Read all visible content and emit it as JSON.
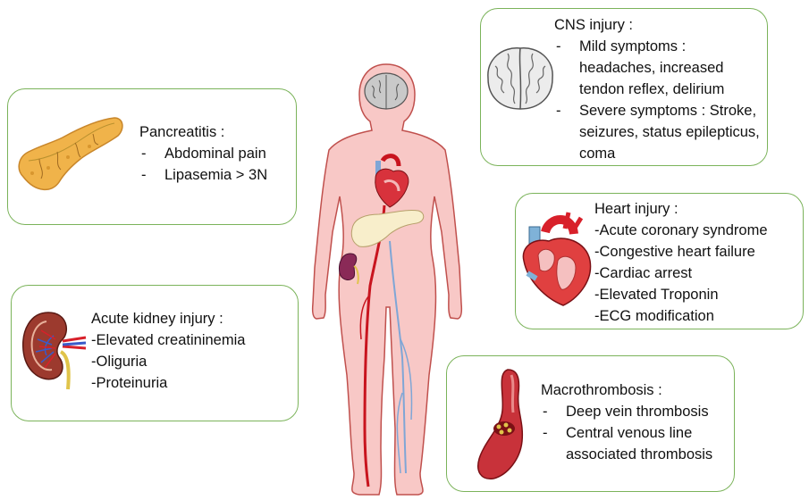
{
  "pancreatitis": {
    "title": "Pancreatitis :",
    "items": [
      "Abdominal pain",
      "Lipasemia > 3N"
    ]
  },
  "kidney": {
    "title": "Acute kidney injury :",
    "items": [
      "Elevated creatininemia",
      "Oliguria",
      "Proteinuria"
    ]
  },
  "cns": {
    "title": "CNS injury :",
    "items": [
      "Mild symptoms : headaches, increased tendon reflex, delirium",
      "Severe symptoms : Stroke, seizures, status epilepticus, coma"
    ]
  },
  "heart": {
    "title": "Heart injury :",
    "items": [
      "Acute coronary syndrome",
      "Congestive heart failure",
      "Cardiac arrest",
      "Elevated Troponin",
      "ECG modification"
    ]
  },
  "macro": {
    "title": "Macrothrombosis :",
    "items": [
      "Deep vein thrombosis",
      "Central venous line associated thrombosis"
    ]
  },
  "colors": {
    "box_border": "#7bb35a",
    "body_fill": "#f8c8c6",
    "artery": "#c8141e",
    "vein": "#7fa6d6"
  }
}
